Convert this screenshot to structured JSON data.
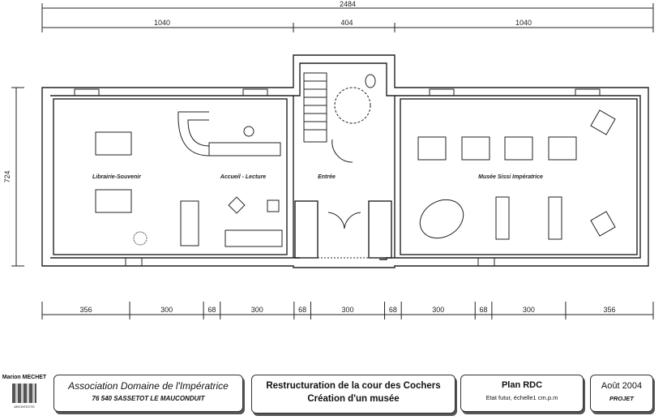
{
  "dimensions": {
    "overall_width": "2484",
    "overall_depth": "724",
    "top_segments": [
      "1040",
      "404",
      "1040"
    ],
    "bottom_segments": [
      "356",
      "300",
      "68",
      "300",
      "68",
      "300",
      "68",
      "300",
      "68",
      "300",
      "356"
    ]
  },
  "rooms": {
    "library": "Librairie-Souvenir",
    "reception": "Accueil - Lecture",
    "entrance": "Entrée",
    "museum": "Musée Sissi Impératrice"
  },
  "title_block": {
    "architect_logo": {
      "name": "Marion MECHET",
      "subtitle": "ARCHITECTE"
    },
    "client": {
      "name": "Association Domaine de l'Impératrice",
      "address": "76 540 SASSETOT LE MAUCONDUIT"
    },
    "project": {
      "line1": "Restructuration de la cour des Cochers",
      "line2": "Création d'un musée"
    },
    "plan": {
      "title": "Plan RDC",
      "subtitle": "Etat futur, échelle1 cm.p.m"
    },
    "date": {
      "date": "Août 2004",
      "status": "PROJET"
    }
  }
}
